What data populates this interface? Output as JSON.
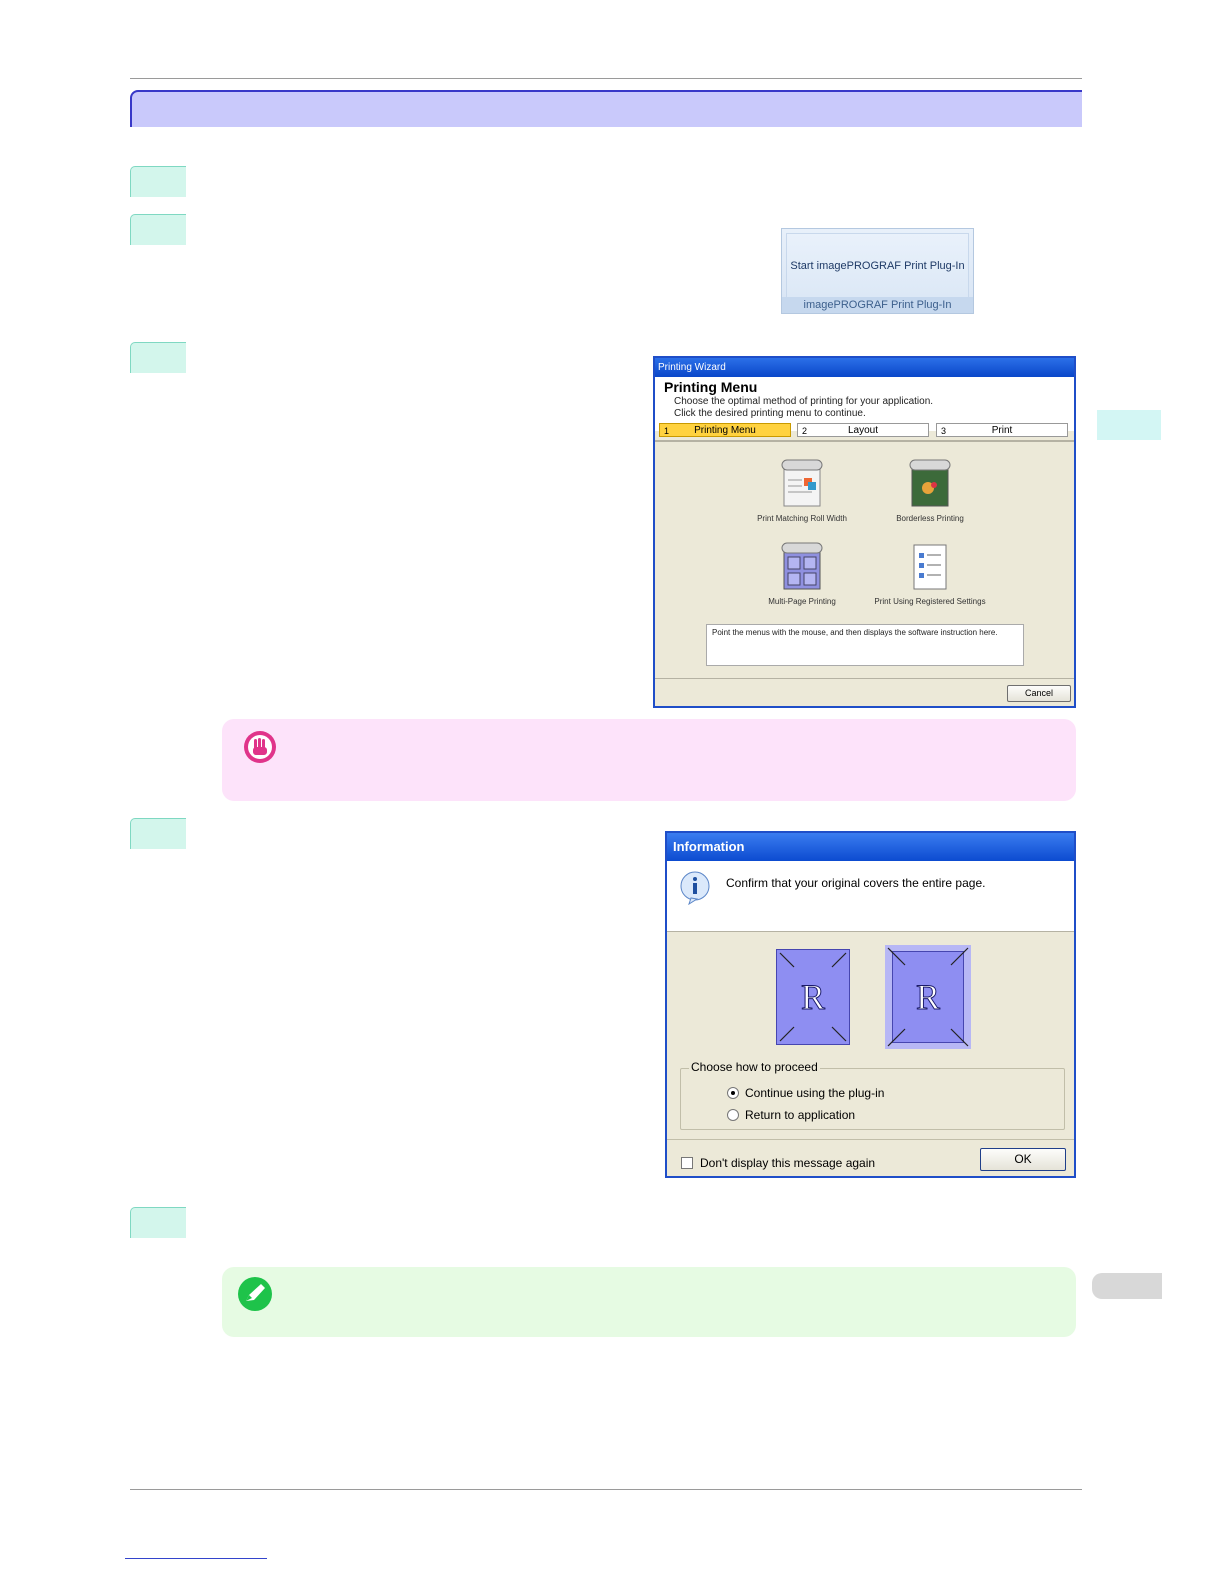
{
  "ribbon": {
    "button_label": "Start imagePROGRAF Print Plug-In",
    "group_label": "imagePROGRAF Print Plug-In"
  },
  "wizard": {
    "title": "Printing Wizard",
    "heading": "Printing Menu",
    "line1": "Choose the optimal method of printing for your application.",
    "line2": "Click the desired printing menu to continue.",
    "steps": [
      {
        "num": "1",
        "label": "Printing Menu"
      },
      {
        "num": "2",
        "label": "Layout"
      },
      {
        "num": "3",
        "label": "Print"
      }
    ],
    "menu": [
      {
        "label": "Print Matching Roll Width",
        "icon": "roll-width-icon"
      },
      {
        "label": "Borderless Printing",
        "icon": "borderless-icon"
      },
      {
        "label": "Multi-Page Printing",
        "icon": "multi-page-icon"
      },
      {
        "label": "Print Using Registered Settings",
        "icon": "registered-settings-icon"
      }
    ],
    "info_text": "Point the menus with the mouse, and then displays the software instruction here.",
    "cancel_label": "Cancel"
  },
  "info_dialog": {
    "title": "Information",
    "message": "Confirm that your original covers the entire page.",
    "page_letter": "R",
    "group_label": "Choose how to proceed",
    "options": [
      {
        "label": "Continue using the plug-in",
        "selected": true
      },
      {
        "label": "Return to application",
        "selected": false
      }
    ],
    "checkbox_label": "Don't display this message again",
    "ok_label": "OK"
  },
  "colors": {
    "banner": "#c9c9fb",
    "step_tab": "#d3f6ec",
    "important": "#fde3fa",
    "note": "#e6fbe3",
    "xp_blue": "#1f4ec8"
  }
}
